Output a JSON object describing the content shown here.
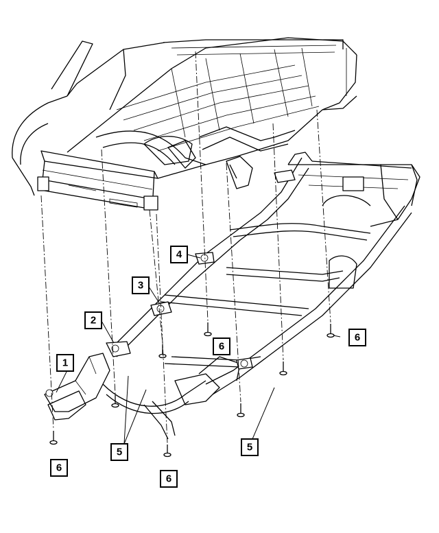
{
  "callouts": [
    {
      "id": "c1",
      "label": "1"
    },
    {
      "id": "c2",
      "label": "2"
    },
    {
      "id": "c3",
      "label": "3"
    },
    {
      "id": "c4",
      "label": "4"
    },
    {
      "id": "c5a",
      "label": "5"
    },
    {
      "id": "c5b",
      "label": "5"
    },
    {
      "id": "c6a",
      "label": "6"
    },
    {
      "id": "c6b",
      "label": "6"
    },
    {
      "id": "c6c",
      "label": "6"
    },
    {
      "id": "c6d",
      "label": "6"
    }
  ]
}
